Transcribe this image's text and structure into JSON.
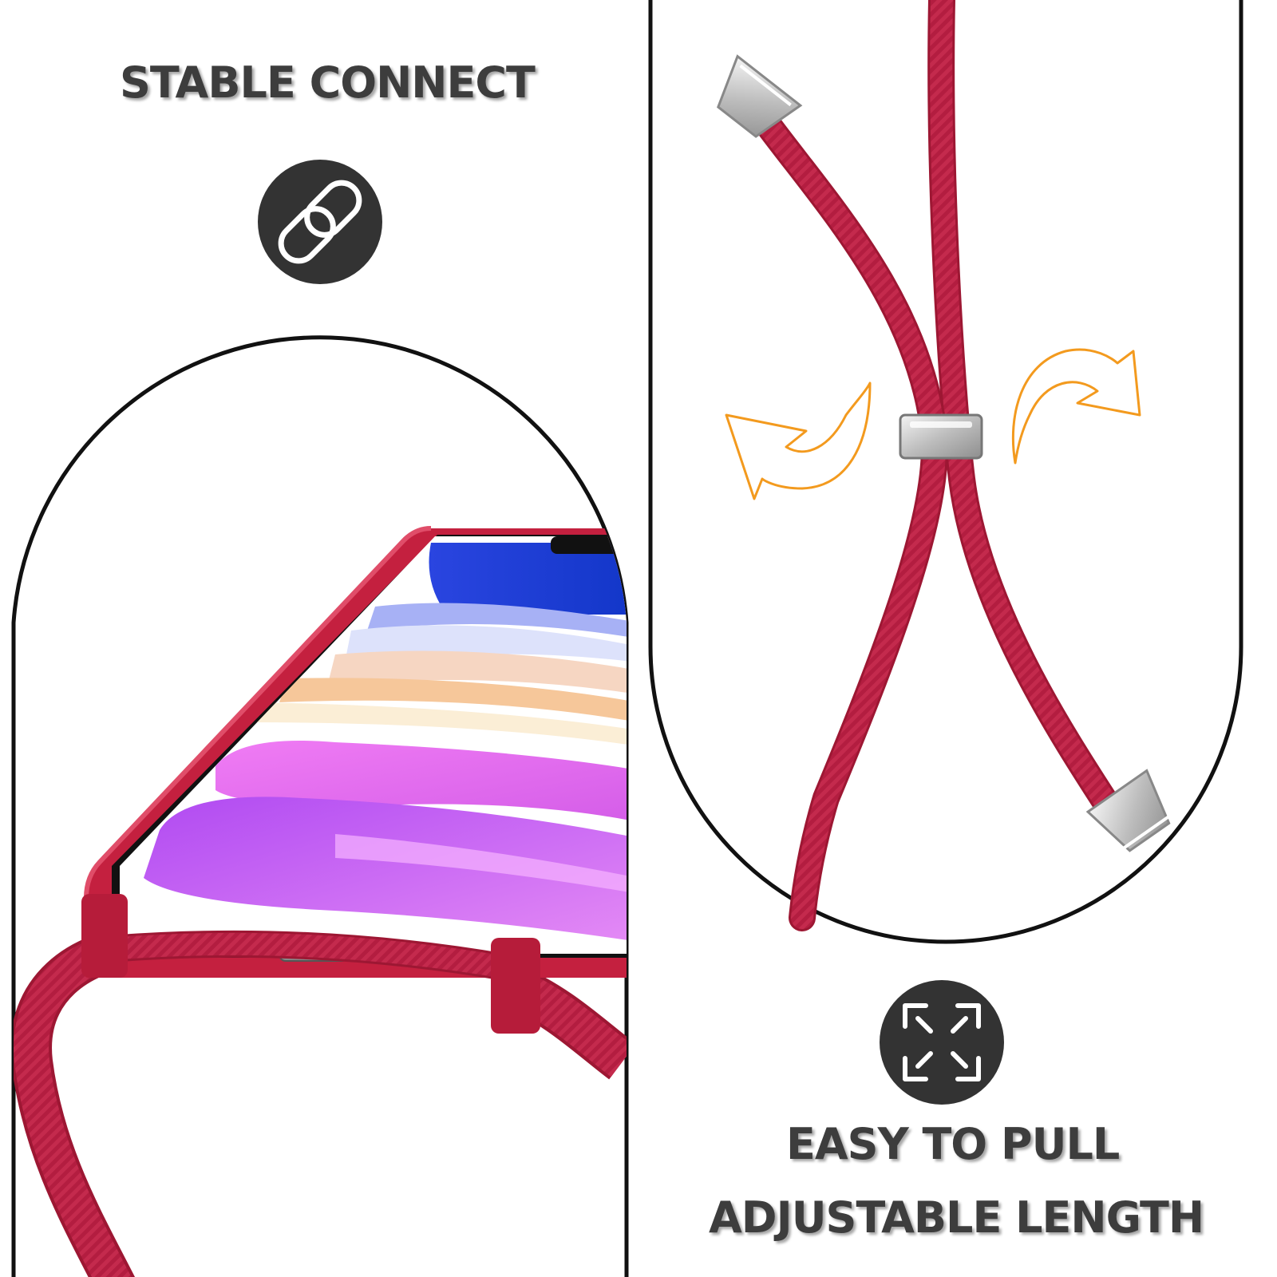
{
  "left_panel": {
    "title": "STABLE CONNECT",
    "icon": "chain-link-icon"
  },
  "right_panel": {
    "title_line1": "EASY TO PULL",
    "title_line2": "ADJUSTABLE LENGTH",
    "icon": "expand-arrows-icon"
  },
  "colors": {
    "text": "#3d3d3d",
    "icon_circle": "#333333",
    "cord_red": "#b01c3e",
    "case_red": "#c4203f",
    "arrow_orange": "#f39a1e",
    "metal": "#d9d9d9"
  }
}
